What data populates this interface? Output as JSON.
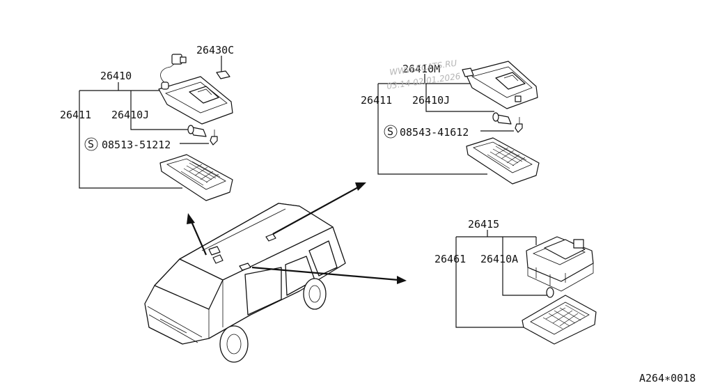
{
  "labels": {
    "g1_26430C": "26430C",
    "g1_26410": "26410",
    "g1_26411": "26411",
    "g1_26410J": "26410J",
    "g1_screw": "08513-51212",
    "g2_26410M": "26410M",
    "g2_26411": "26411",
    "g2_26410J": "26410J",
    "g2_screw": "08543-41612",
    "g3_26415": "26415",
    "g3_26461": "26461",
    "g3_26410A": "26410A",
    "screw_symbol": "S",
    "footer_code": "A264∗0018"
  },
  "watermark": {
    "line1": "WWW.ECATS.RU",
    "line2": "03.14 02.01.2026"
  }
}
